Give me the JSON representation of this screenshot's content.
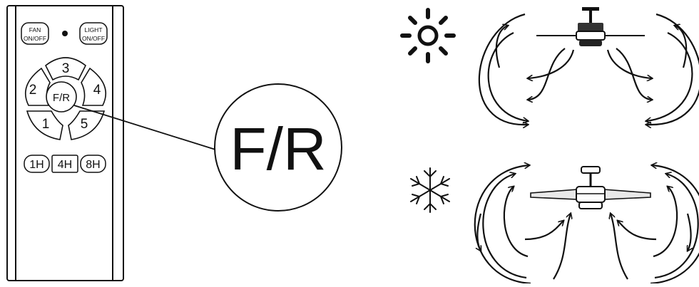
{
  "remote": {
    "fan_button": {
      "line1": "FAN",
      "line2": "ON/OFF"
    },
    "light_button": {
      "line1": "LIGHT",
      "line2": "ON/OFF"
    },
    "speed_buttons": {
      "s1": "1",
      "s2": "2",
      "s3": "3",
      "s4": "4",
      "s5": "5"
    },
    "center_button": "F/R",
    "timer_buttons": {
      "t1": "1H",
      "t2": "4H",
      "t3": "8H"
    }
  },
  "callout": {
    "label": "F/R"
  },
  "modes": [
    {
      "mode": "summer",
      "icon": "sun-icon",
      "airflow": "downward"
    },
    {
      "mode": "winter",
      "icon": "snowflake-icon",
      "airflow": "upward"
    }
  ],
  "colors": {
    "line": "#111111",
    "background": "#ffffff",
    "blade_fill": "#e8e8e8"
  }
}
